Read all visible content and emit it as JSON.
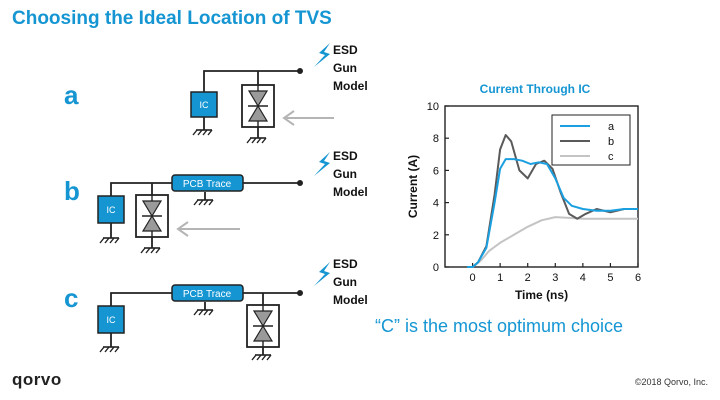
{
  "slide": {
    "title": "Choosing the Ideal Location of TVS",
    "conclusion": "“C” is the most optimum choice",
    "logo": "qorvo",
    "copyright": "©2018 Qorvo, Inc."
  },
  "circuits": [
    {
      "letter": "a",
      "ic_label": "IC",
      "esd_lines": [
        "ESD",
        "Gun",
        "Model"
      ]
    },
    {
      "letter": "b",
      "ic_label": "IC",
      "trace_label": "PCB Trace",
      "esd_lines": [
        "ESD",
        "Gun",
        "Model"
      ]
    },
    {
      "letter": "c",
      "ic_label": "IC",
      "trace_label": "PCB Trace",
      "esd_lines": [
        "ESD",
        "Gun",
        "Model"
      ]
    }
  ],
  "colors": {
    "accent": "#1596d3",
    "ic_fill": "#1596d3",
    "series_a": "#1a9fe0",
    "series_b": "#5a5a5a",
    "series_c": "#c4c4c4",
    "arrow": "#b5b5b5"
  },
  "chart_data": {
    "type": "line",
    "title": "Current Through IC",
    "xlabel": "Time (ns)",
    "ylabel": "Current (A)",
    "xlim": [
      -1,
      6
    ],
    "ylim": [
      0,
      10
    ],
    "xticks": [
      0,
      1,
      2,
      3,
      4,
      5,
      6
    ],
    "yticks": [
      0,
      2,
      4,
      6,
      8,
      10
    ],
    "legend": "top-right",
    "grid": false,
    "series": [
      {
        "name": "a",
        "color": "#1a9fe0",
        "x": [
          -0.2,
          0,
          0.2,
          0.5,
          0.8,
          1.0,
          1.2,
          1.5,
          1.8,
          2.1,
          2.4,
          2.7,
          3.0,
          3.3,
          3.6,
          4.0,
          4.5,
          5.0,
          5.5,
          6.0
        ],
        "y": [
          0,
          0,
          0.3,
          1.2,
          4.0,
          6.1,
          6.7,
          6.7,
          6.6,
          6.4,
          6.5,
          6.4,
          5.5,
          4.3,
          3.8,
          3.6,
          3.5,
          3.5,
          3.6,
          3.6
        ]
      },
      {
        "name": "b",
        "color": "#5a5a5a",
        "x": [
          -0.2,
          0,
          0.2,
          0.5,
          0.8,
          1.0,
          1.2,
          1.4,
          1.7,
          2.0,
          2.3,
          2.6,
          2.9,
          3.2,
          3.5,
          3.8,
          4.1,
          4.5,
          5.0,
          5.5,
          6.0
        ],
        "y": [
          0,
          0,
          0.3,
          1.3,
          4.5,
          7.3,
          8.2,
          7.8,
          6.0,
          5.5,
          6.4,
          6.6,
          6.1,
          4.6,
          3.3,
          3.0,
          3.3,
          3.6,
          3.4,
          3.6,
          3.6
        ]
      },
      {
        "name": "c",
        "color": "#c4c4c4",
        "x": [
          -0.2,
          0,
          0.3,
          0.6,
          1.0,
          1.5,
          2.0,
          2.5,
          3.0,
          3.5,
          4.0,
          4.5,
          5.0,
          5.5,
          6.0
        ],
        "y": [
          0,
          0,
          0.4,
          1.0,
          1.5,
          2.0,
          2.5,
          2.9,
          3.1,
          3.05,
          3.0,
          3.0,
          3.0,
          3.0,
          3.0
        ]
      }
    ]
  }
}
